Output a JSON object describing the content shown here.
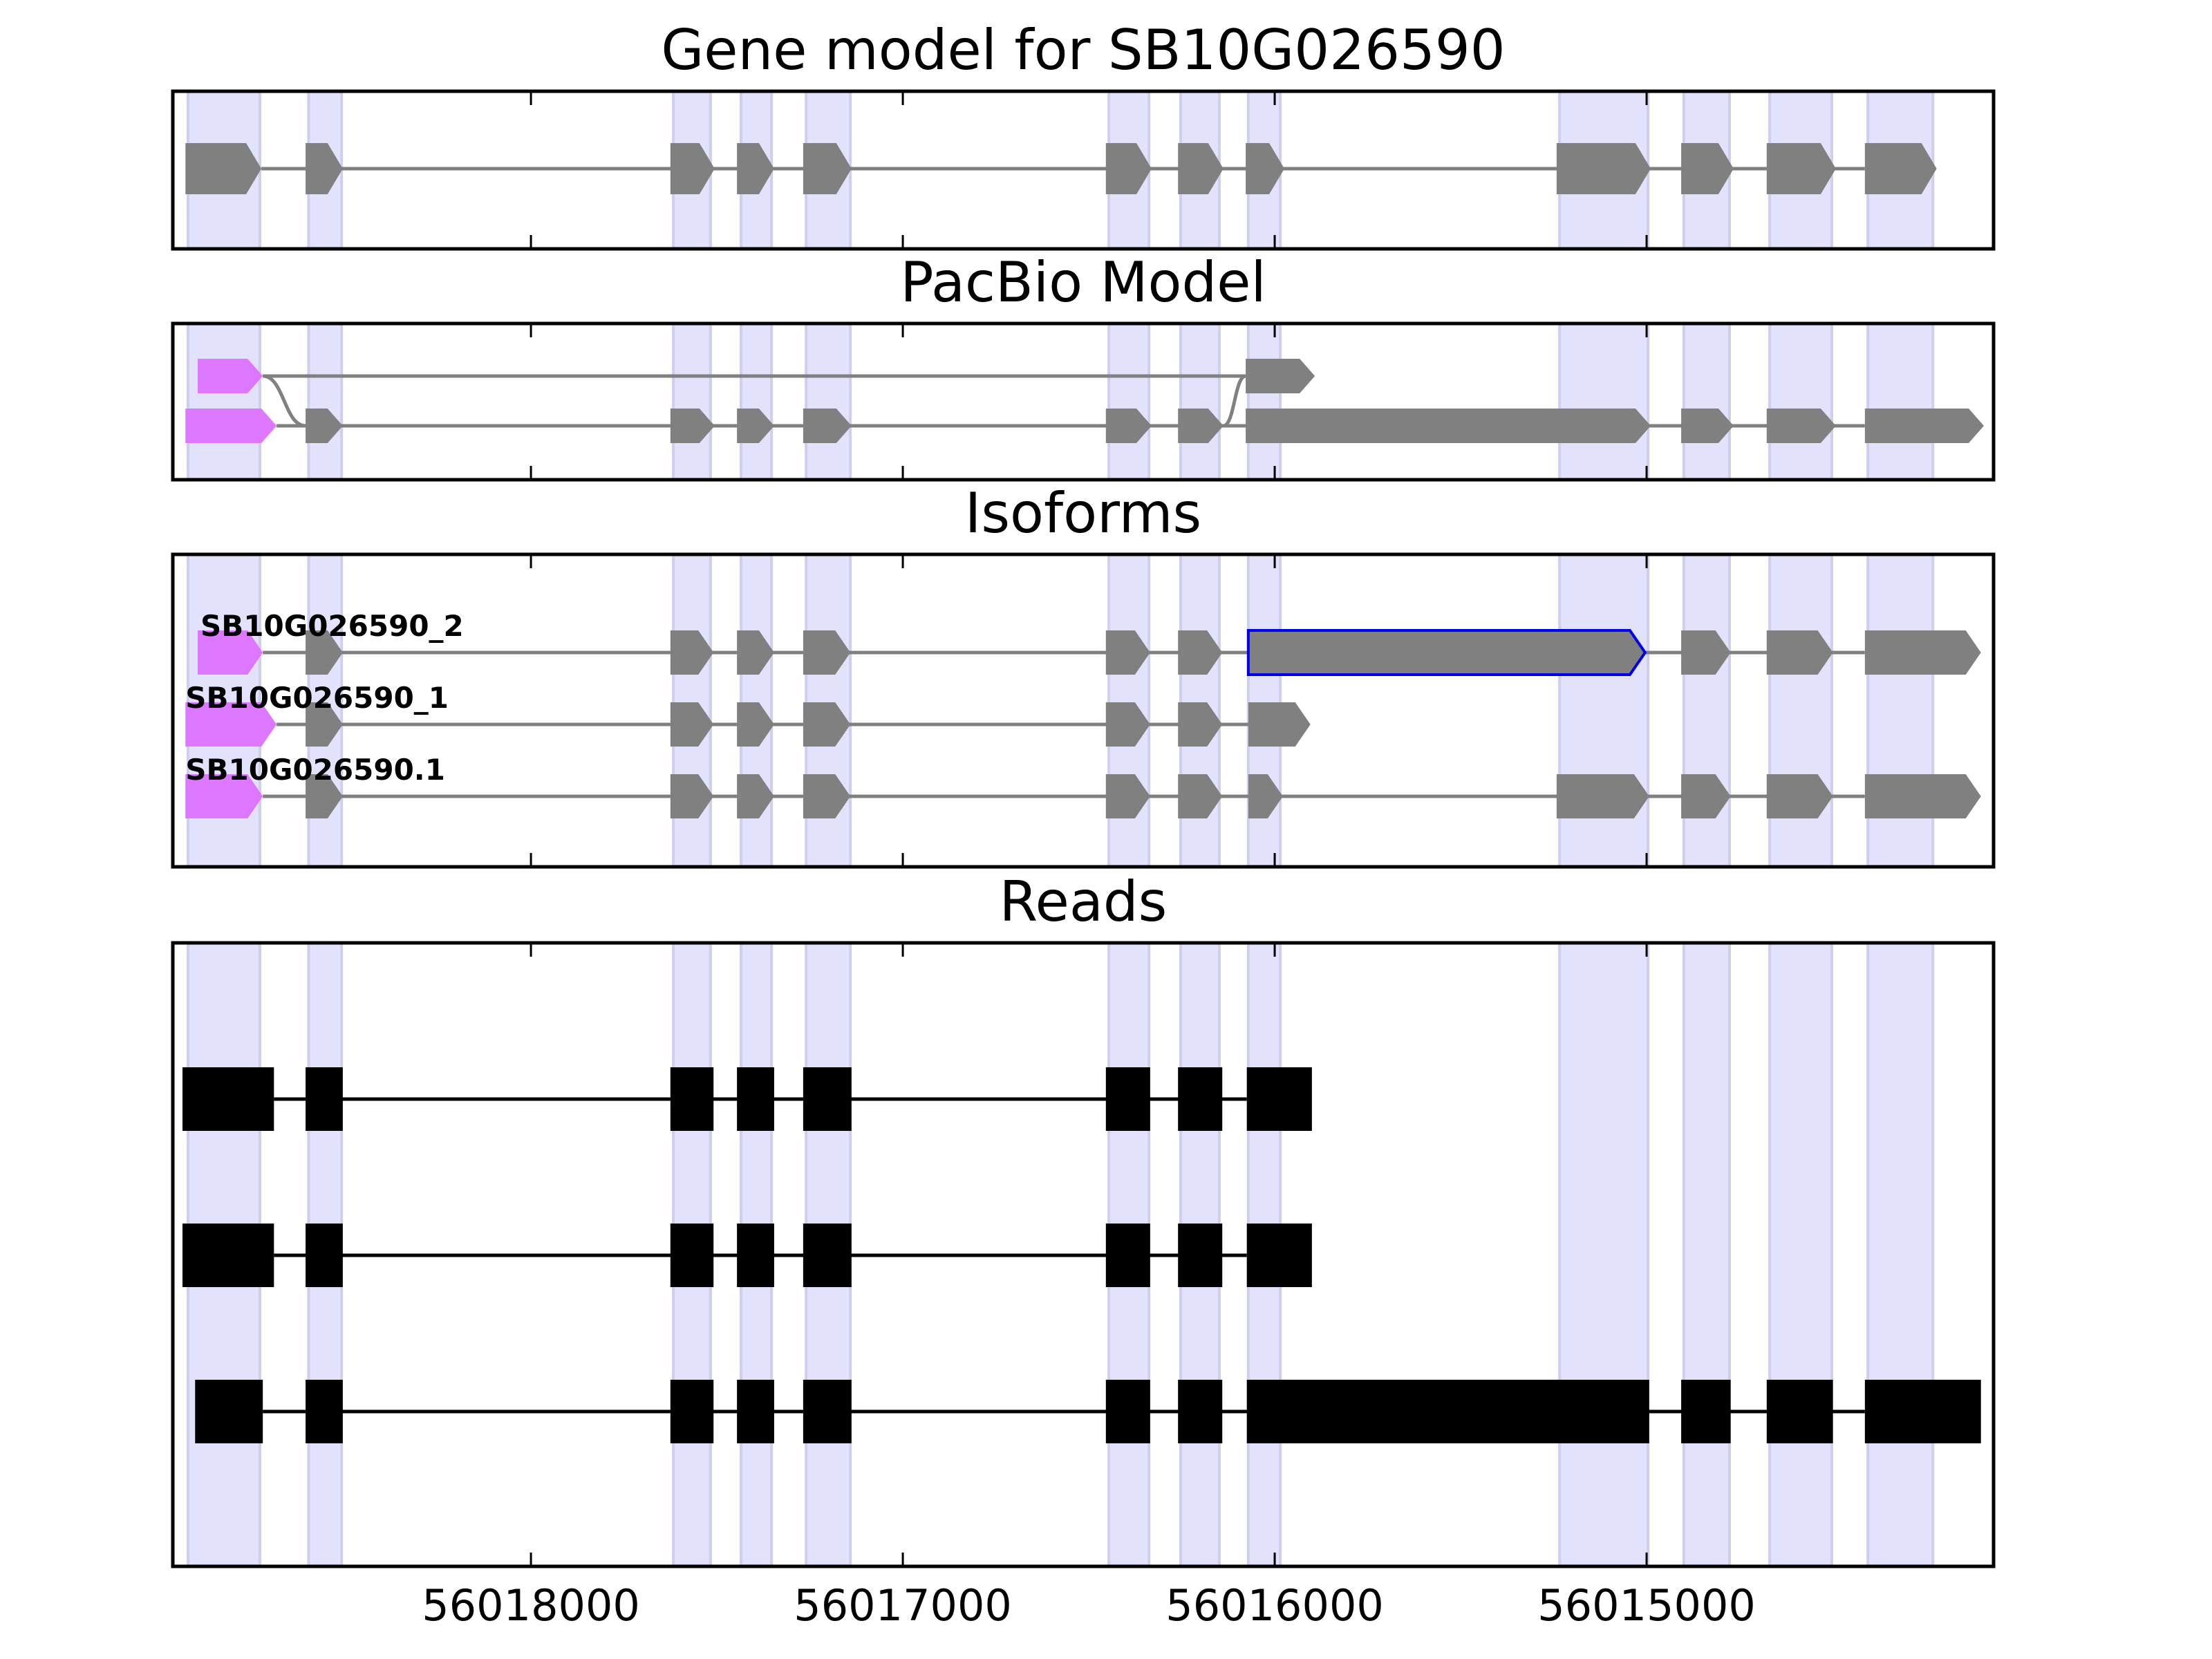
{
  "chart_data": {
    "type": "gene-model-tracks",
    "xlabel": "",
    "xlim": [
      56018963,
      56014067
    ],
    "x_reversed": true,
    "xticks": [
      56018000,
      56017000,
      56016000,
      56015000
    ],
    "xtick_labels": [
      "56018000",
      "56017000",
      "56016000",
      "56015000"
    ],
    "colors": {
      "exon": "#808080",
      "utr": "#dd77ff",
      "intron": "#808080",
      "read": "#000000",
      "band": "#e2e2fc",
      "band_edge": "#ceceee",
      "highlight": "#0000ee"
    },
    "exon_bands": [
      [
        56018922,
        56018729
      ],
      [
        56018598,
        56018509
      ],
      [
        56017617,
        56017517
      ],
      [
        56017435,
        56017353
      ],
      [
        56017260,
        56017141
      ],
      [
        56016446,
        56016338
      ],
      [
        56016253,
        56016149
      ],
      [
        56016071,
        56015985
      ],
      [
        56015234,
        56014996
      ],
      [
        56014900,
        56014777
      ],
      [
        56014669,
        56014502
      ],
      [
        56014405,
        56014230
      ]
    ],
    "panels": [
      {
        "title": "Gene model for SB10G026590",
        "kind": "gene",
        "rows": [
          {
            "label": "",
            "exons": [
              {
                "s": 56018929,
                "e": 56018725
              },
              {
                "s": 56018606,
                "e": 56018506
              },
              {
                "s": 56017625,
                "e": 56017506
              },
              {
                "s": 56017446,
                "e": 56017346
              },
              {
                "s": 56017268,
                "e": 56017138
              },
              {
                "s": 56016454,
                "e": 56016331
              },
              {
                "s": 56016260,
                "e": 56016138
              },
              {
                "s": 56016078,
                "e": 56015974
              },
              {
                "s": 56015242,
                "e": 56014989
              },
              {
                "s": 56014907,
                "e": 56014766
              },
              {
                "s": 56014677,
                "e": 56014491
              },
              {
                "s": 56014413,
                "e": 56014220
              }
            ]
          }
        ]
      },
      {
        "title": "PacBio Model",
        "kind": "gene",
        "rows": [
          {
            "label": "",
            "exons": [
              {
                "s": 56018896,
                "e": 56018721,
                "utr": true
              },
              {
                "s": 56016078,
                "e": 56015892
              }
            ]
          },
          {
            "label": "",
            "exons": [
              {
                "s": 56018929,
                "e": 56018684,
                "utr": true
              },
              {
                "s": 56018606,
                "e": 56018506
              },
              {
                "s": 56017625,
                "e": 56017506
              },
              {
                "s": 56017446,
                "e": 56017346
              },
              {
                "s": 56017268,
                "e": 56017138
              },
              {
                "s": 56016454,
                "e": 56016331
              },
              {
                "s": 56016260,
                "e": 56016138
              },
              {
                "s": 56016078,
                "e": 56014989
              },
              {
                "s": 56014907,
                "e": 56014766
              },
              {
                "s": 56014677,
                "e": 56014491
              },
              {
                "s": 56014413,
                "e": 56014093
              }
            ]
          }
        ],
        "connectors": [
          {
            "from_row": 0,
            "from": 56018721,
            "to_row": 1,
            "to": 56018606
          },
          {
            "from_row": 1,
            "from": 56016138,
            "to_row": 0,
            "to": 56016078
          }
        ]
      },
      {
        "title": "Isoforms",
        "kind": "gene",
        "rows": [
          {
            "label": "SB10G026590_2",
            "exons": [
              {
                "s": 56018896,
                "e": 56018721,
                "utr": true
              },
              {
                "s": 56018606,
                "e": 56018506
              },
              {
                "s": 56017625,
                "e": 56017509
              },
              {
                "s": 56017446,
                "e": 56017346
              },
              {
                "s": 56017268,
                "e": 56017141
              },
              {
                "s": 56016454,
                "e": 56016335
              },
              {
                "s": 56016260,
                "e": 56016141
              },
              {
                "s": 56016071,
                "e": 56015004,
                "highlight": true
              },
              {
                "s": 56014907,
                "e": 56014774
              },
              {
                "s": 56014677,
                "e": 56014499
              },
              {
                "s": 56014413,
                "e": 56014101
              }
            ]
          },
          {
            "label": "SB10G026590_1",
            "exons": [
              {
                "s": 56018929,
                "e": 56018684,
                "utr": true
              },
              {
                "s": 56018606,
                "e": 56018506
              },
              {
                "s": 56017625,
                "e": 56017509
              },
              {
                "s": 56017446,
                "e": 56017346
              },
              {
                "s": 56017268,
                "e": 56017141
              },
              {
                "s": 56016454,
                "e": 56016335
              },
              {
                "s": 56016260,
                "e": 56016141
              },
              {
                "s": 56016071,
                "e": 56015904
              }
            ]
          },
          {
            "label": "SB10G026590.1",
            "exons": [
              {
                "s": 56018929,
                "e": 56018721,
                "utr": true
              },
              {
                "s": 56018606,
                "e": 56018506
              },
              {
                "s": 56017625,
                "e": 56017509
              },
              {
                "s": 56017446,
                "e": 56017346
              },
              {
                "s": 56017268,
                "e": 56017141
              },
              {
                "s": 56016454,
                "e": 56016335
              },
              {
                "s": 56016260,
                "e": 56016141
              },
              {
                "s": 56016071,
                "e": 56015978
              },
              {
                "s": 56015242,
                "e": 56014993
              },
              {
                "s": 56014907,
                "e": 56014774
              },
              {
                "s": 56014677,
                "e": 56014499
              },
              {
                "s": 56014413,
                "e": 56014101
              }
            ]
          }
        ]
      },
      {
        "title": "Reads",
        "kind": "reads",
        "rows": [
          {
            "label": "",
            "exons": [
              {
                "s": 56018937,
                "e": 56018691
              },
              {
                "s": 56018606,
                "e": 56018506
              },
              {
                "s": 56017625,
                "e": 56017509
              },
              {
                "s": 56017446,
                "e": 56017346
              },
              {
                "s": 56017268,
                "e": 56017138
              },
              {
                "s": 56016454,
                "e": 56016335
              },
              {
                "s": 56016260,
                "e": 56016141
              },
              {
                "s": 56016075,
                "e": 56015900
              }
            ]
          },
          {
            "label": "",
            "exons": [
              {
                "s": 56018937,
                "e": 56018691
              },
              {
                "s": 56018606,
                "e": 56018506
              },
              {
                "s": 56017625,
                "e": 56017509
              },
              {
                "s": 56017446,
                "e": 56017346
              },
              {
                "s": 56017268,
                "e": 56017138
              },
              {
                "s": 56016454,
                "e": 56016335
              },
              {
                "s": 56016260,
                "e": 56016141
              },
              {
                "s": 56016075,
                "e": 56015900
              }
            ]
          },
          {
            "label": "",
            "exons": [
              {
                "s": 56018903,
                "e": 56018721
              },
              {
                "s": 56018606,
                "e": 56018506
              },
              {
                "s": 56017625,
                "e": 56017509
              },
              {
                "s": 56017446,
                "e": 56017346
              },
              {
                "s": 56017268,
                "e": 56017138
              },
              {
                "s": 56016454,
                "e": 56016335
              },
              {
                "s": 56016260,
                "e": 56016141
              },
              {
                "s": 56016075,
                "e": 56014993
              },
              {
                "s": 56014907,
                "e": 56014774
              },
              {
                "s": 56014677,
                "e": 56014499
              },
              {
                "s": 56014413,
                "e": 56014101
              }
            ]
          }
        ]
      }
    ]
  }
}
